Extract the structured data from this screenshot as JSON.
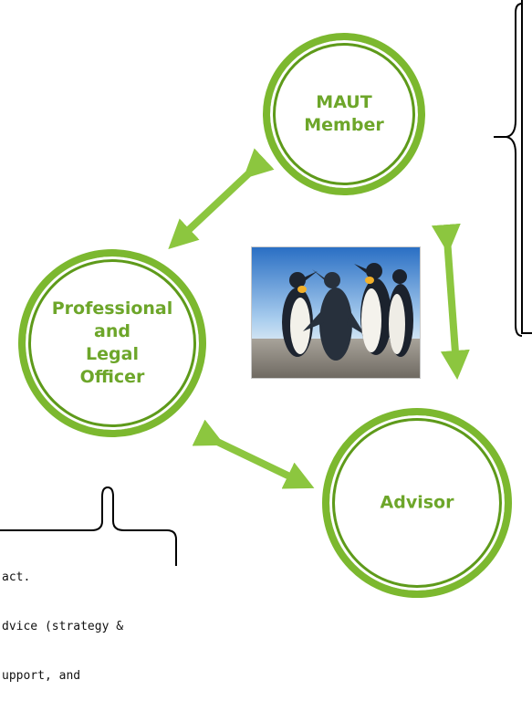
{
  "nodes": {
    "maut_member": {
      "lines": [
        "MAUT",
        "Member"
      ]
    },
    "professional_legal_officer": {
      "lines": [
        "Professional",
        "and",
        "Legal",
        "Officer"
      ]
    },
    "advisor": {
      "lines": [
        "Advisor"
      ]
    }
  },
  "notes": {
    "bottom_left": {
      "lines": [
        "act.",
        "dvice (strategy &",
        "upport, and"
      ]
    }
  },
  "image": {
    "subject": "four penguins on a beach under a blue sky"
  },
  "colors": {
    "ring": "#7cb82f",
    "ring_dark": "#5e9a1a",
    "label": "#6da62a",
    "arrow": "#8cc63f"
  }
}
